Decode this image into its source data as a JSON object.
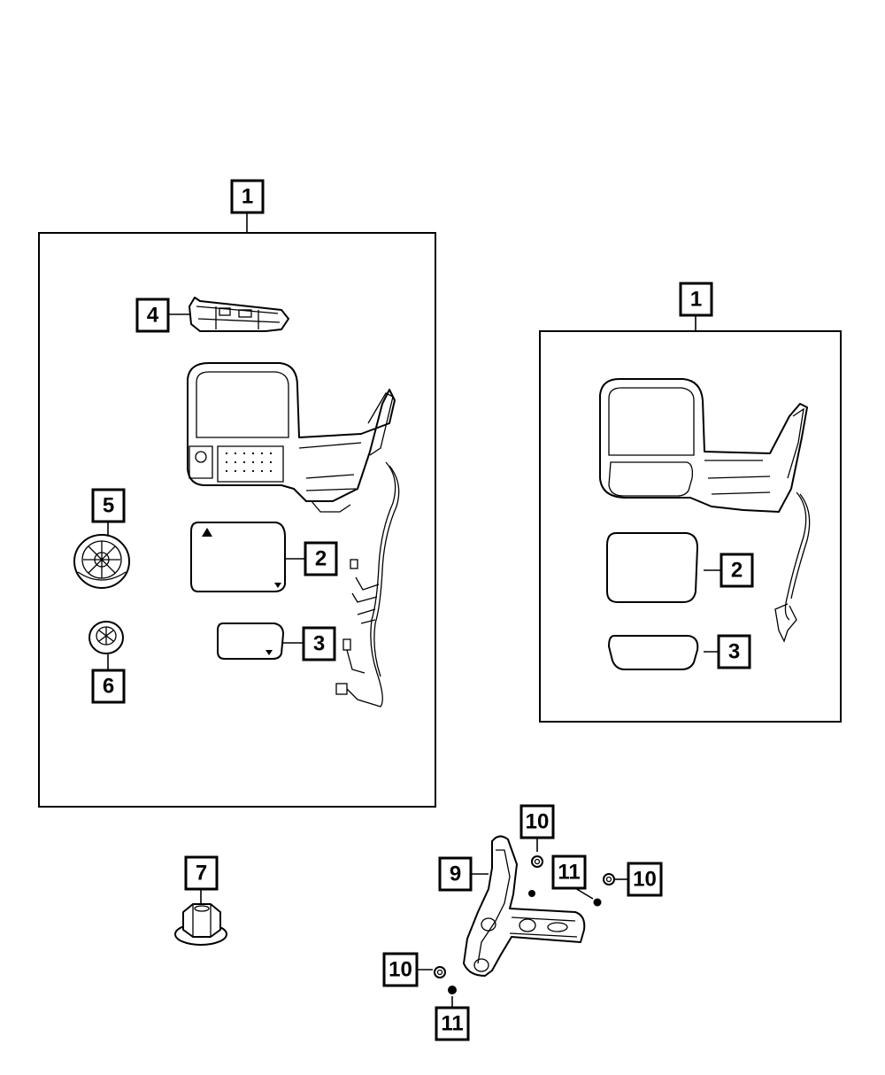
{
  "callouts": {
    "assy_left": "1",
    "assy_right": "1",
    "glass_upper_left": "2",
    "glass_upper_right": "2",
    "glass_lower_left": "3",
    "glass_lower_right": "3",
    "lamp": "4",
    "cap_large": "5",
    "cap_small": "6",
    "nut": "7",
    "bracket": "9",
    "nut10_top": "10",
    "nut10_right": "10",
    "nut10_left": "10",
    "nut11_upper": "11",
    "nut11_lower": "11"
  }
}
